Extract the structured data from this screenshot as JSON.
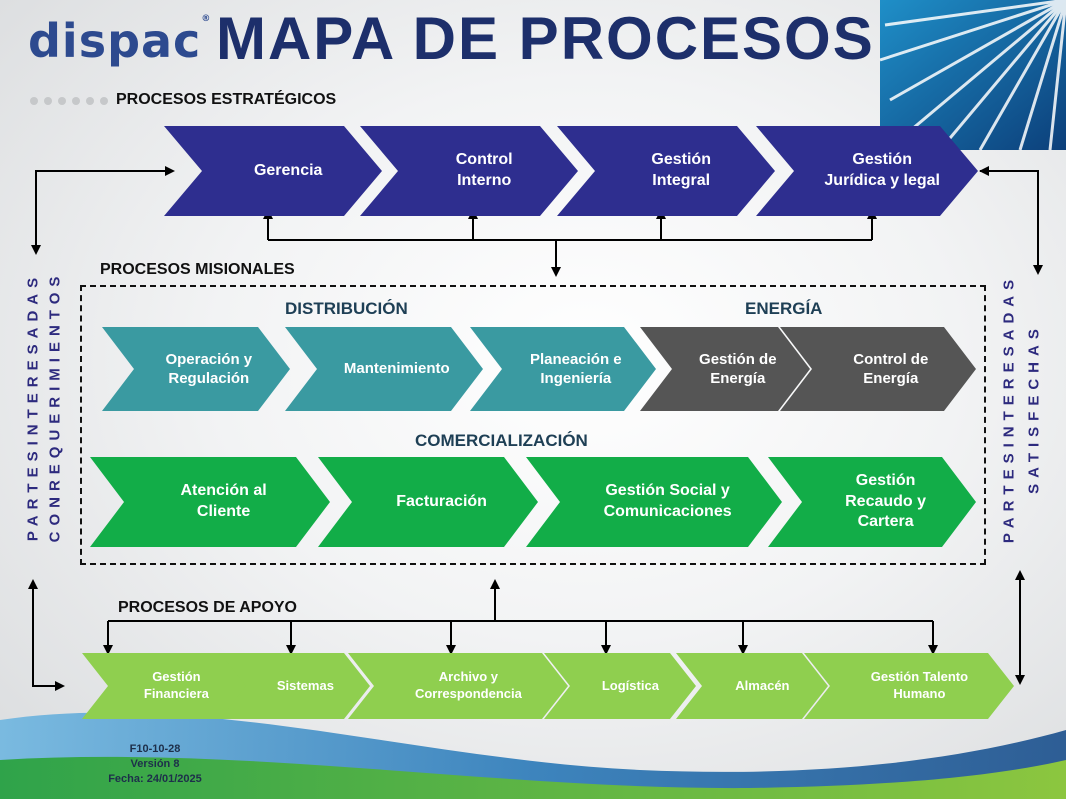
{
  "logo": "dispac",
  "title": "MAPA DE PROCESOS",
  "sections": {
    "strategic": "PROCESOS ESTRATÉGICOS",
    "missional": "PROCESOS MISIONALES",
    "support": "PROCESOS DE APOYO"
  },
  "subsections": {
    "distribution": "DISTRIBUCIÓN",
    "energy": "ENERGÍA",
    "commercial": "COMERCIALIZACIÓN"
  },
  "strategic": [
    "Gerencia",
    "Control\nInterno",
    "Gestión\nIntegral",
    "Gestión\nJurídica y legal"
  ],
  "distribution": [
    "Operación y\nRegulación",
    "Mantenimiento",
    "Planeación e\nIngeniería"
  ],
  "energy": [
    "Gestión de\nEnergía",
    "Control de\nEnergía"
  ],
  "commercial": [
    "Atención al\nCliente",
    "Facturación",
    "Gestión Social y\nComunicaciones",
    "Gestión\nRecaudo y\nCartera"
  ],
  "support": [
    "Gestión\nFinanciera",
    "Sistemas",
    "Archivo y\nCorrespondencia",
    "Logística",
    "Almacén",
    "Gestión Talento\nHumano"
  ],
  "side_left": [
    "PARTESINTERESADAS",
    "CONREQUERIMIENTOS"
  ],
  "side_right": [
    "PARTESINTERESADAS",
    "SATISFECHAS"
  ],
  "footer": [
    "F10-10-28",
    "Versión 8",
    "Fecha: 24/01/2025"
  ],
  "colors": {
    "strategic": "#2e2e8f",
    "distribution": "#3a9aa1",
    "energy": "#555555",
    "commercial": "#12ad48",
    "support": "#8fcf4f",
    "title": "#1d2f6b"
  }
}
